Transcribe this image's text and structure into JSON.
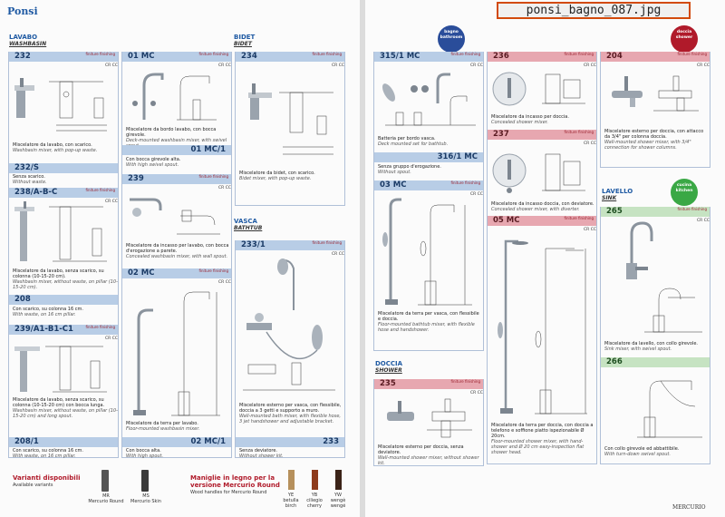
{
  "left": {
    "brand": "Ponsi",
    "sections": {
      "lavabo": {
        "title": "LAVABO",
        "sub": "WASHBASIN"
      },
      "bidet": {
        "title": "BIDET",
        "sub": "BIDET"
      },
      "vasca": {
        "title": "VASCA",
        "sub": "BATHTUB"
      }
    },
    "finish_small": "finiture finishing",
    "finish_codes": "CR  CC",
    "products": {
      "p232": {
        "code": "232",
        "d1": "Miscelatore da lavabo, con scarico.",
        "d2": "Washbasin mixer, with pop-up waste."
      },
      "p232s": {
        "code": "232/S",
        "d1": "Senza scarico.",
        "d2": "Without waste."
      },
      "p238": {
        "code": "238/A-B-C",
        "d1": "Miscelatore da lavabo, senza scarico, su colonna (10-15-20 cm).",
        "d2": "Washbasin mixer, without waste, on pillar (10-15-20 cm)."
      },
      "p208": {
        "code": "208",
        "d1": "Con scarico, su colonna 16 cm.",
        "d2": "With waste, on 16 cm pillar."
      },
      "p239a": {
        "code": "239/A1-B1-C1",
        "d1": "Miscelatore da lavabo, senza scarico, su colonna (10-15-20 cm) con bocca lunga.",
        "d2": "Washbasin mixer, without waste, on pillar (10-15-20 cm) and long spout."
      },
      "p208_1": {
        "code": "208/1",
        "d1": "Con scarico, su colonna 16 cm.",
        "d2": "With waste, on 16 cm pillar."
      },
      "p01mc": {
        "code": "01 MC",
        "d1": "Miscelatore da bordo lavabo, con bocca girevole.",
        "d2": "Deck-mounted washbasin mixer, with swivel spout."
      },
      "p01mc1": {
        "code": "01 MC/1",
        "d1": "Con bocca girevole alta.",
        "d2": "With high swivel spout."
      },
      "p239": {
        "code": "239",
        "d1": "Miscelatore da incasso per lavabo, con bocca d'erogazione a parete.",
        "d2": "Concealed washbasin mixer, with wall spout."
      },
      "p02mc": {
        "code": "02 MC",
        "d1": "Miscelatore da terra per lavabo.",
        "d2": "Floor-mounted washbasin mixer."
      },
      "p02mc1": {
        "code": "02 MC/1",
        "d1": "Con bocca alta.",
        "d2": "With high spout."
      },
      "p234": {
        "code": "234",
        "d1": "Miscelatore da bidet, con scarico.",
        "d2": "Bidet mixer, with pop-up waste."
      },
      "p233_1": {
        "code": "233/1",
        "d1": "Miscelatore esterno per vasca, con flessibile, doccia a 3 getti e supporto a muro.",
        "d2": "Wall-mounted bath mixer, with flexible hose, 3 jet handshower and adjustable bracket."
      },
      "p233": {
        "code": "233",
        "d1": "Senza deviatore.",
        "d2": "Without shower kit."
      }
    },
    "variants": {
      "title": "Varianti disponibili",
      "sub": "Available variants",
      "items": [
        {
          "code": "MR",
          "name": "Mercurio Round"
        },
        {
          "code": "MS",
          "name": "Mercurio Skin"
        }
      ]
    },
    "wood": {
      "title": "Maniglie in legno per la versione Mercurio Round",
      "sub": "Wood handles for Mercurio Round",
      "items": [
        {
          "code": "YE",
          "name": "betulla birch"
        },
        {
          "code": "YB",
          "name": "ciliegio cherry"
        },
        {
          "code": "YW",
          "name": "wengè wengé"
        }
      ]
    }
  },
  "right": {
    "file_tag": "ponsi_bagno_087.jpg",
    "badges": {
      "bagno": {
        "l1": "bagno",
        "l2": "bathroom",
        "color": "#2a4d9a"
      },
      "doccia": {
        "l1": "doccia",
        "l2": "shower",
        "color": "#b01a2a"
      },
      "cucina": {
        "l1": "cucina",
        "l2": "kitchen",
        "color": "#3aa845"
      }
    },
    "sections": {
      "doccia": {
        "title": "DOCCIA",
        "sub": "SHOWER"
      },
      "lavello": {
        "title": "LAVELLO",
        "sub": "SINK"
      }
    },
    "footer": "MERCURIO",
    "products": {
      "p315_1": {
        "code": "315/1 MC",
        "d1": "Batteria per bordo vasca.",
        "d2": "Deck mounted set for bathtub."
      },
      "p315_1b": {
        "code": "316/1 MC",
        "d1": "Senza gruppo d'erogazione.",
        "d2": "Without spout."
      },
      "p03mc": {
        "code": "03 MC",
        "d1": "Miscelatore da terra per vasca, con flessibile e doccia.",
        "d2": "Floor-mounted bathtub mixer, with flexible hose and handshower."
      },
      "p236": {
        "code": "236",
        "d1": "Miscelatore da incasso per doccia.",
        "d2": "Concealed shower mixer."
      },
      "p237": {
        "code": "237",
        "d1": "Miscelatore da incasso doccia, con deviatore.",
        "d2": "Concealed shower mixer, with diverter."
      },
      "p05mc": {
        "code": "05 MC",
        "d1": "Miscelatore da terra per doccia, con doccia a telefono e soffione piatto ispezionabile Ø 20cm.",
        "d2": "Floor-mounted shower mixer, with hand-shower and Ø 20 cm easy-inspection flat shower head."
      },
      "p204": {
        "code": "204",
        "d1": "Miscelatore esterno per doccia, con attacco da 3/4\" per colonna doccia.",
        "d2": "Wall-mounted shower mixer, with 3/4\" connection for shower columns."
      },
      "p235": {
        "code": "235",
        "d1": "Miscelatore esterno per doccia, senza deviatore.",
        "d2": "Wall-mounted shower mixer, without shower kit."
      },
      "p265": {
        "code": "265",
        "d1": "Miscelatore da lavello, con collo girevole.",
        "d2": "Sink mixer, with swivel spout."
      },
      "p266": {
        "code": "266",
        "d1": "Con collo girevole ed abbattibile.",
        "d2": "With turn-down swivel spout."
      }
    }
  }
}
